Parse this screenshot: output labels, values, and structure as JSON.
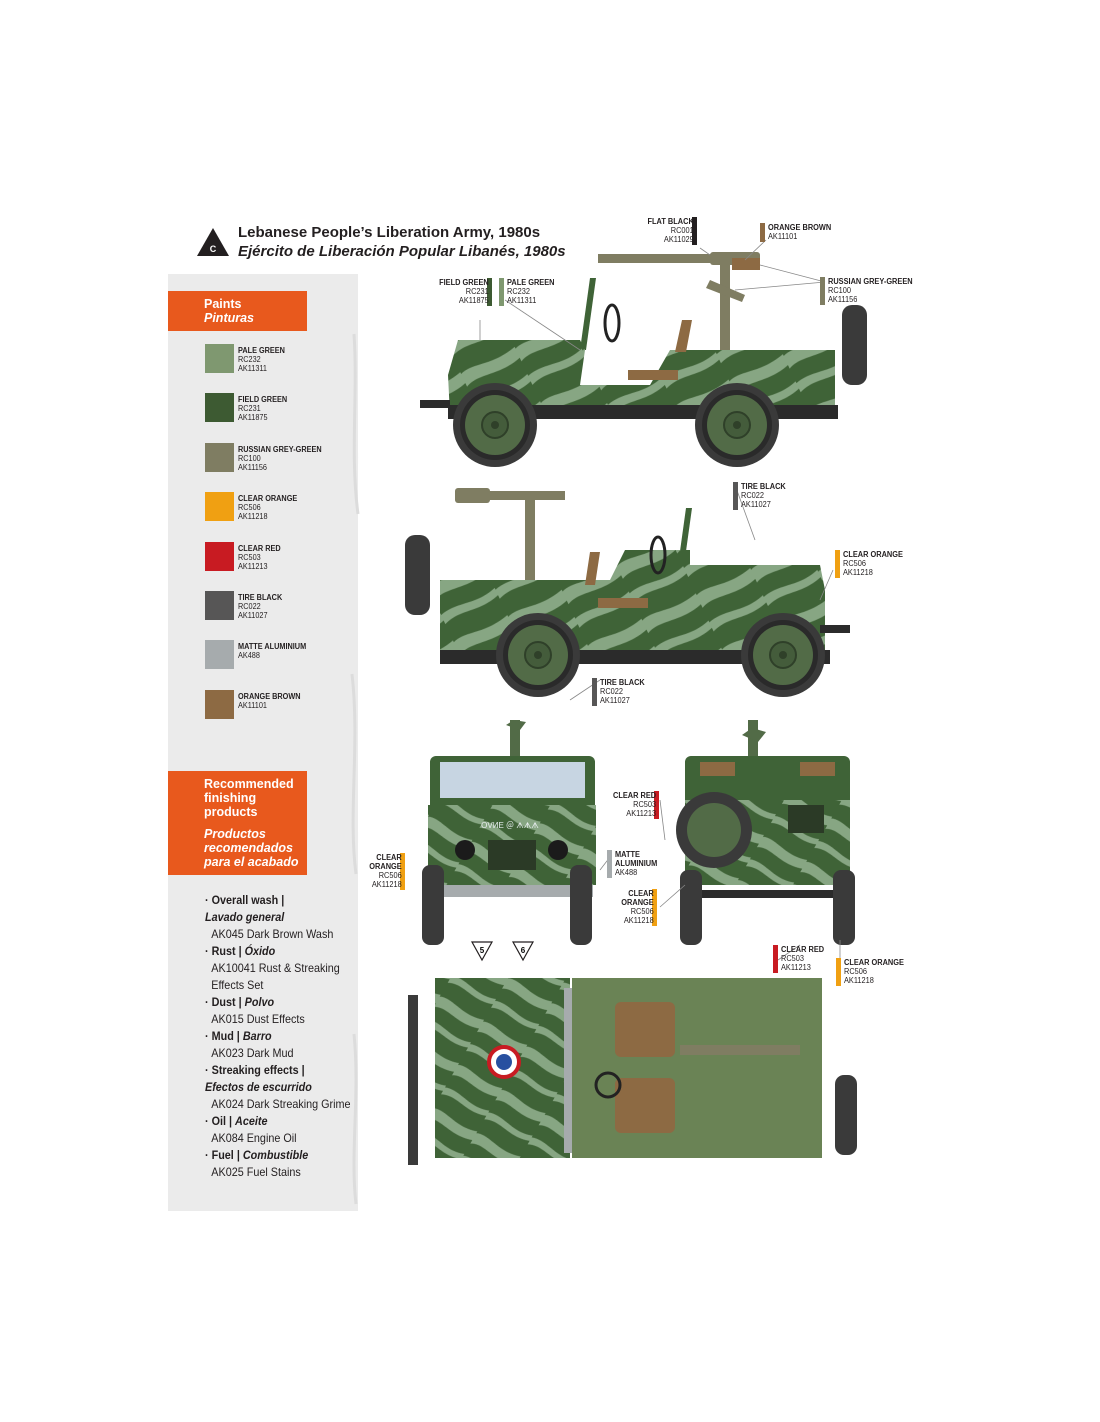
{
  "header": {
    "marker_letter": "C",
    "title_en": "Lebanese People’s Liberation Army, 1980s",
    "title_es": "Ejército de Liberación Popular Libanés, 1980s"
  },
  "paints": {
    "heading_en": "Paints",
    "heading_es": "Pinturas",
    "items": [
      {
        "name": "PALE GREEN",
        "codes": [
          "RC232",
          "AK11311"
        ],
        "color": "#7f9870"
      },
      {
        "name": "FIELD GREEN",
        "codes": [
          "RC231",
          "AK11875"
        ],
        "color": "#3d5a32"
      },
      {
        "name": "RUSSIAN GREY-GREEN",
        "codes": [
          "RC100",
          "AK11156"
        ],
        "color": "#7f7d62"
      },
      {
        "name": "CLEAR ORANGE",
        "codes": [
          "RC506",
          "AK11218"
        ],
        "color": "#f0a012"
      },
      {
        "name": "CLEAR RED",
        "codes": [
          "RC503",
          "AK11213"
        ],
        "color": "#c81b22"
      },
      {
        "name": "TIRE BLACK",
        "codes": [
          "RC022",
          "AK11027"
        ],
        "color": "#575656"
      },
      {
        "name": "MATTE ALUMINIUM",
        "codes": [
          "AK488"
        ],
        "color": "#a6abad"
      },
      {
        "name": "ORANGE BROWN",
        "codes": [
          "AK11101"
        ],
        "color": "#8d6a43"
      }
    ]
  },
  "finishing": {
    "heading_en": [
      "Recommended",
      "finishing",
      "products"
    ],
    "heading_es": [
      "Productos",
      "recomendados",
      "para el acabado"
    ],
    "groups": [
      {
        "en": "Overall wash",
        "es": "Lavado general",
        "es_same_line": false,
        "products": [
          "AK045 Dark Brown Wash"
        ]
      },
      {
        "en": "Rust",
        "es": "Óxido",
        "es_same_line": true,
        "products": [
          "AK10041 Rust & Streaking",
          "Effects Set"
        ]
      },
      {
        "en": "Dust",
        "es": "Polvo",
        "es_same_line": true,
        "products": [
          "AK015 Dust Effects"
        ]
      },
      {
        "en": "Mud",
        "es": "Barro",
        "es_same_line": true,
        "products": [
          "AK023 Dark Mud"
        ]
      },
      {
        "en": "Streaking effects",
        "es": "Efectos de escurrido",
        "es_same_line": false,
        "products": [
          "AK024 Dark Streaking Grime"
        ]
      },
      {
        "en": "Oil",
        "es": "Aceite",
        "es_same_line": true,
        "products": [
          "AK084 Engine Oil"
        ]
      },
      {
        "en": "Fuel",
        "es": "Combustible",
        "es_same_line": true,
        "products": [
          "AK025 Fuel Stains"
        ]
      }
    ]
  },
  "callouts": {
    "flat_black": {
      "name": "FLAT BLACK",
      "codes": [
        "RC001",
        "AK11029"
      ],
      "color": "#231f20"
    },
    "orange_brown": {
      "name": "ORANGE BROWN",
      "codes": [
        "AK11101"
      ],
      "color": "#8d6a43"
    },
    "field_green": {
      "name": "FIELD GREEN",
      "codes": [
        "RC231",
        "AK11875"
      ],
      "color": "#3d5a32"
    },
    "pale_green": {
      "name": "PALE GREEN",
      "codes": [
        "RC232",
        "AK11311"
      ],
      "color": "#7f9870"
    },
    "russian_grey_green": {
      "name": "RUSSIAN GREY-GREEN",
      "codes": [
        "RC100",
        "AK11156"
      ],
      "color": "#7f7d62"
    },
    "tire_black_1": {
      "name": "TIRE BLACK",
      "codes": [
        "RC022",
        "AK11027"
      ],
      "color": "#575656"
    },
    "clear_orange_1": {
      "name": "CLEAR ORANGE",
      "codes": [
        "RC506",
        "AK11218"
      ],
      "color": "#f0a012"
    },
    "tire_black_2": {
      "name": "TIRE BLACK",
      "codes": [
        "RC022",
        "AK11027"
      ],
      "color": "#575656"
    },
    "clear_red_1": {
      "name": "CLEAR RED",
      "codes": [
        "RC503",
        "AK11213"
      ],
      "color": "#c81b22"
    },
    "clear_orange_front": {
      "name": [
        "CLEAR",
        "ORANGE"
      ],
      "codes": [
        "RC506",
        "AK11218"
      ],
      "color": "#f0a012"
    },
    "matte_aluminium": {
      "name": [
        "MATTE",
        "ALUMINIUM"
      ],
      "codes": [
        "AK488"
      ],
      "color": "#a6abad"
    },
    "clear_orange_rear_left": {
      "name": [
        "CLEAR",
        "ORANGE"
      ],
      "codes": [
        "RC506",
        "AK11218"
      ],
      "color": "#f0a012"
    },
    "clear_red_2": {
      "name": "CLEAR RED",
      "codes": [
        "RC503",
        "AK11213"
      ],
      "color": "#c81b22"
    },
    "clear_orange_rear_right": {
      "name": "CLEAR ORANGE",
      "codes": [
        "RC506",
        "AK11218"
      ],
      "color": "#f0a012"
    }
  },
  "decals": [
    {
      "number": "5"
    },
    {
      "number": "6"
    }
  ],
  "vehicle_markings": {
    "front_text": "ОVИЕ ＠ ᗑᗑᗑ"
  },
  "colors": {
    "accent_orange": "#e8591d",
    "panel_grey": "#ebebeb",
    "camo_dark": "#3f6337",
    "camo_light": "#87a683",
    "tire": "#3a3a3a"
  }
}
